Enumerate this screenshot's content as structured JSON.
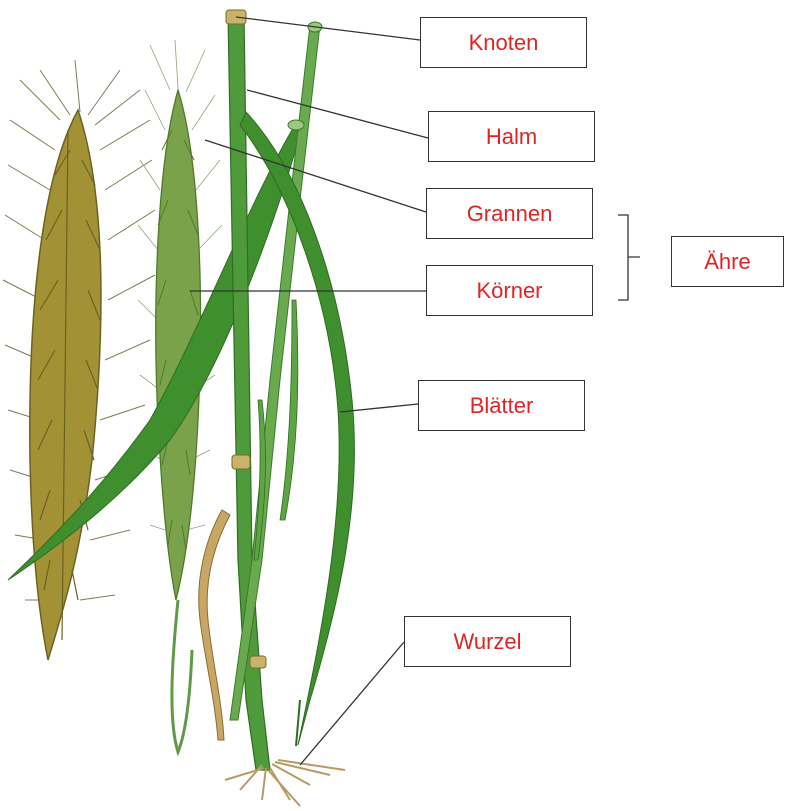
{
  "labels": {
    "knoten": "Knoten",
    "halm": "Halm",
    "grannen": "Grannen",
    "koerner": "Körner",
    "aehre": "Ähre",
    "blaetter": "Blätter",
    "wurzel": "Wurzel"
  },
  "colors": {
    "label_text": "#e02424",
    "box_border": "#333333",
    "leader_line": "#333333",
    "stem_green": "#4f9a3a",
    "leaf_green": "#3f8f2f",
    "ear_gold": "#a39235",
    "ear_green": "#6f9f3c",
    "root_tan": "#b89a66"
  }
}
